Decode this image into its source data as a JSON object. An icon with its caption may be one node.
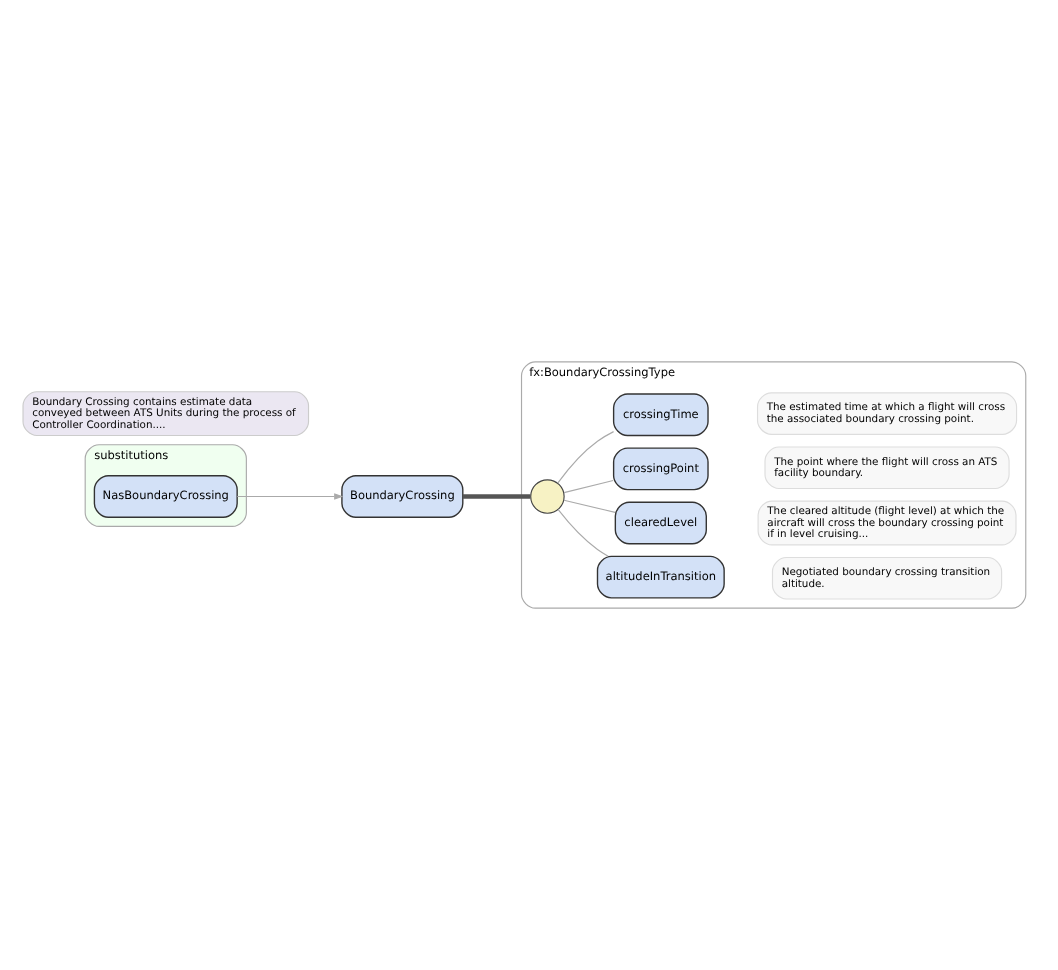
{
  "diagram": {
    "nodes": [
      {
        "text": [
          "BoundaryCrossing"
        ]
      },
      {
        "text": [
          "fx:BoundaryCrossingType"
        ]
      },
      {
        "text": [],
        "shape": "circle",
        "in": 1
      },
      {
        "text": [
          "altitudeInTransition"
        ],
        "in": 1
      },
      {
        "text": [
          "Negotiated boundary crossing transition altitude."
        ],
        "in": 1
      },
      {
        "text": [
          "clearedLevel"
        ],
        "in": 1
      },
      {
        "text": [
          "The cleared altitude (flight level) at which the aircraft will cross the boundary crossing point if in level cruising..."
        ],
        "in": 1
      },
      {
        "text": [
          "crossingPoint"
        ],
        "in": 1
      },
      {
        "text": [
          "The point where the flight will cross an ATS facility boundary."
        ],
        "in": 1
      },
      {
        "text": [
          "crossingTime"
        ],
        "in": 1
      },
      {
        "text": [
          "The estimated time at which a flight will cross the associated boundary crossing point."
        ],
        "in": 1
      },
      {
        "text": [
          "Boundary Crossing contains estimate data conveyed between ATS Units during the process of Controller Coordination...."
        ]
      },
      {
        "text": [
          "substitutions"
        ]
      },
      {
        "text": [
          "NasBoundaryCrossing"
        ],
        "in": 12
      }
    ],
    "edges": [
      {
        "from": 0,
        "to": 2,
        "arrow": "none",
        "style": "thick",
        "color": "#555555"
      },
      {
        "from": 2,
        "to": 3,
        "arrow": "none"
      },
      {
        "from": 2,
        "to": 5,
        "arrow": "none"
      },
      {
        "from": 2,
        "to": 7,
        "arrow": "none"
      },
      {
        "from": 2,
        "to": 9,
        "arrow": "none"
      },
      {
        "from": 13,
        "to": 0,
        "arrow": "to"
      }
    ]
  }
}
